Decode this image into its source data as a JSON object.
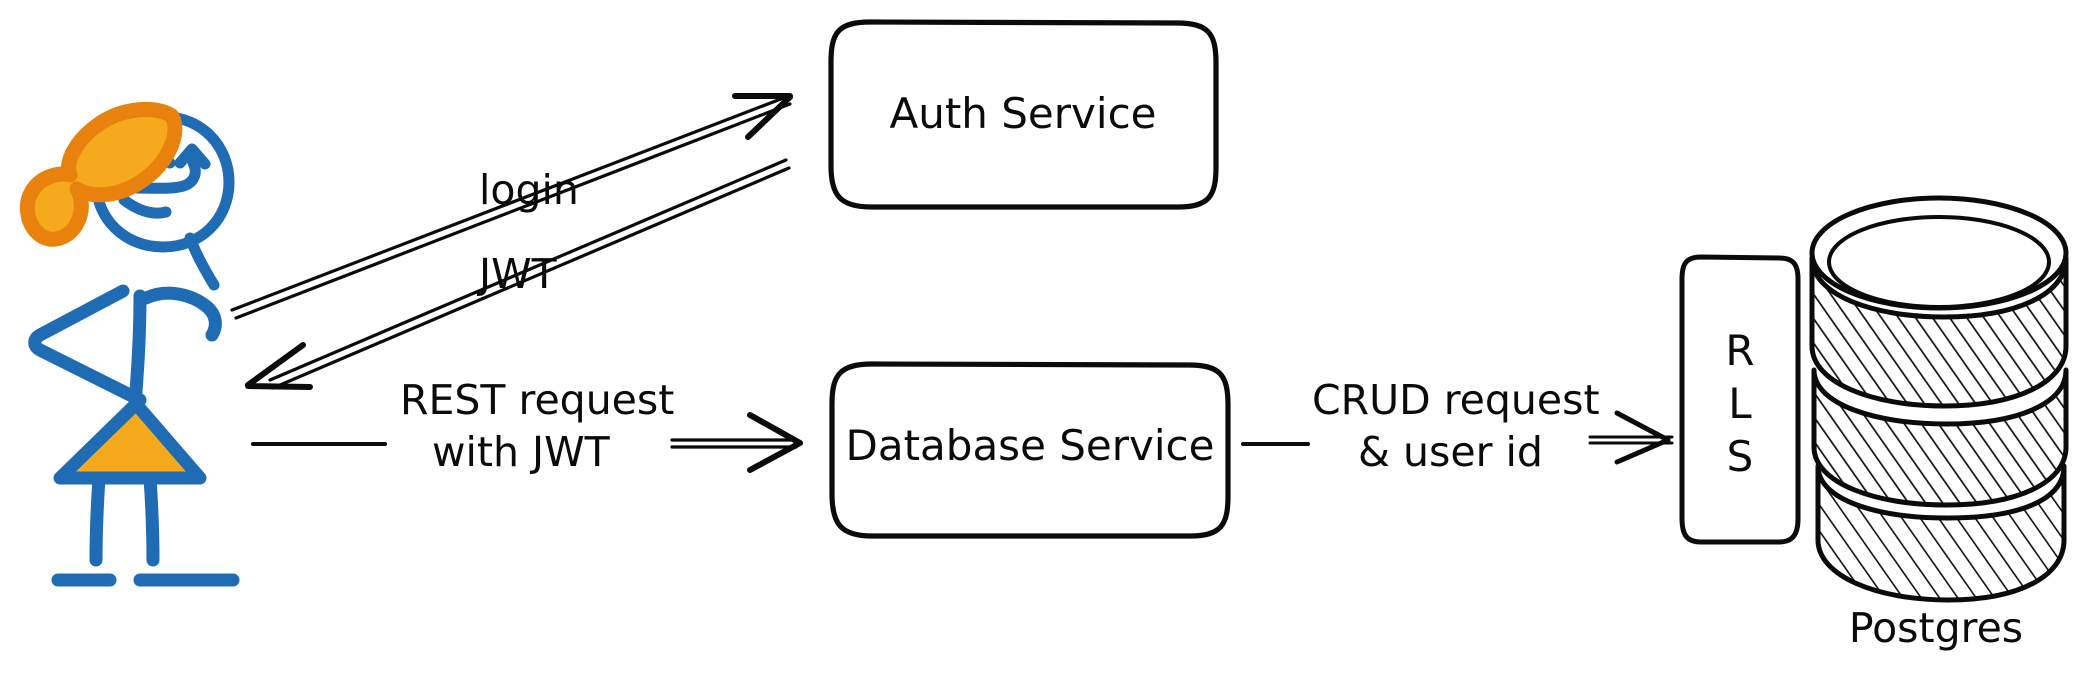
{
  "diagram": {
    "title": "Auth and database access architecture",
    "background_color": "#ffffff",
    "ink_color": "#0b0b0b",
    "accent_blue": "#1f6cb4",
    "accent_orange_stroke": "#E8820C",
    "accent_orange_fill": "#F5A91D"
  },
  "actor": {
    "name": "stick-figure-user",
    "description": "hand-drawn stick figure with orange bow in hair"
  },
  "nodes": [
    {
      "id": "auth-service",
      "label": "Auth Service",
      "shape": "rounded-rect"
    },
    {
      "id": "database-service",
      "label": "Database Service",
      "shape": "rounded-rect"
    },
    {
      "id": "rls",
      "label_lines": [
        "R",
        "L",
        "S"
      ],
      "label": "RLS",
      "shape": "rounded-rect-vertical"
    },
    {
      "id": "postgres",
      "label": "Postgres",
      "shape": "cylinder-hatched"
    }
  ],
  "edges": [
    {
      "id": "edge-login",
      "label_lines": [
        "login"
      ],
      "from": "stick-figure-user",
      "to": "auth-service",
      "direction": "up-right"
    },
    {
      "id": "edge-jwt",
      "label_lines": [
        "JWT"
      ],
      "from": "auth-service",
      "to": "stick-figure-user",
      "direction": "down-left"
    },
    {
      "id": "edge-rest",
      "label_lines": [
        "REST request",
        "with JWT"
      ],
      "from": "stick-figure-user",
      "to": "database-service",
      "direction": "right"
    },
    {
      "id": "edge-crud",
      "label_lines": [
        "CRUD request",
        "& user id"
      ],
      "from": "database-service",
      "to": "rls",
      "direction": "right"
    }
  ],
  "labels": {
    "login": "login",
    "jwt": "JWT",
    "rest_line1": "REST request",
    "rest_line2": "with JWT",
    "crud_line1": "CRUD request",
    "crud_line2": "& user id",
    "auth_service": "Auth Service",
    "database_service": "Database Service",
    "rls_r": "R",
    "rls_l": "L",
    "rls_s": "S",
    "postgres": "Postgres"
  }
}
